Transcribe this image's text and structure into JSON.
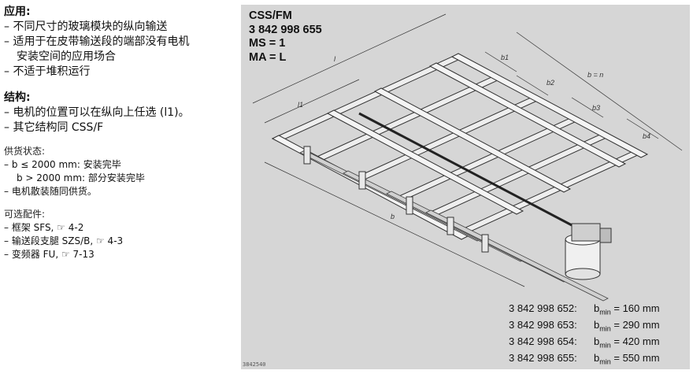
{
  "application": {
    "title": "应用:",
    "items": [
      "– 不同尺寸的玻璃模块的纵向输送",
      "– 适用于在皮带输送段的端部没有电机",
      "安装空间的应用场合",
      "– 不适于堆积运行"
    ]
  },
  "structure": {
    "title": "结构:",
    "items": [
      "– 电机的位置可以在纵向上任选 (l1)。",
      "– 其它结构同 CSS/F"
    ]
  },
  "delivery": {
    "title": "供货状态:",
    "items": [
      "– b ≤ 2000 mm: 安装完毕",
      "b > 2000 mm: 部分安装完毕",
      "– 电机散装随同供货。"
    ]
  },
  "options": {
    "title": "可选配件:",
    "items": [
      "– 框架 SFS, ☞ 4-2",
      "– 输送段支腿 SZS/B, ☞ 4-3",
      "– 变频器 FU, ☞ 7-13"
    ]
  },
  "figure": {
    "model": "CSS/FM",
    "part_number": "3 842 998 655",
    "ms": "MS = 1",
    "ma": "MA = L",
    "dimension_labels": [
      "b1",
      "b2",
      "b3",
      "b4",
      "b = n",
      "l",
      "l1",
      "b"
    ],
    "drawing_id": "3842540"
  },
  "part_numbers": [
    {
      "number": "3 842 998 652:",
      "b": "b",
      "sub": "min",
      "value": " = 160 mm"
    },
    {
      "number": "3 842 998 653:",
      "b": "b",
      "sub": "min",
      "value": " = 290 mm"
    },
    {
      "number": "3 842 998 654:",
      "b": "b",
      "sub": "min",
      "value": " = 420 mm"
    },
    {
      "number": "3 842 998 655:",
      "b": "b",
      "sub": "min",
      "value": " = 550 mm"
    }
  ]
}
